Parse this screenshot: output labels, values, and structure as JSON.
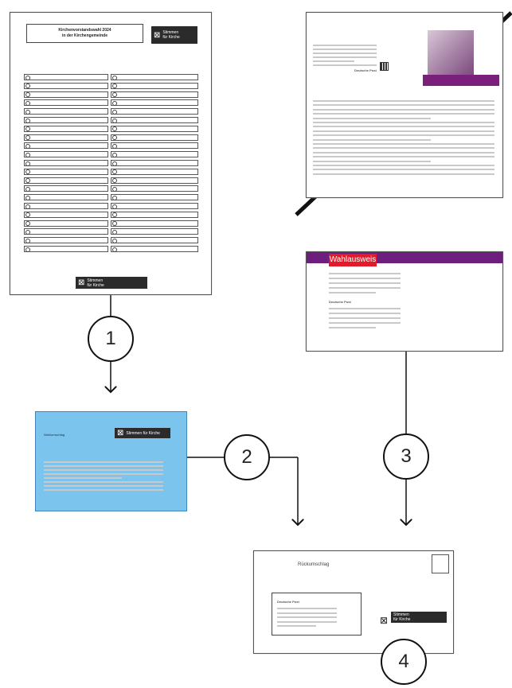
{
  "ballot": {
    "title_line1": "Kirchenvorstandswahl 2024",
    "title_line2": "in der Kirchengemeinde",
    "logo_text_1": "Stimmen",
    "logo_text_2": "für Kirche"
  },
  "letter": {
    "brand": "Deutsche Post"
  },
  "wahlausweis": {
    "title": "Wahlausweis",
    "brand": "Deutsche Post"
  },
  "envelope_blue": {
    "title": "Wahlumschlag",
    "logo_text_1": "Stimmen",
    "logo_text_2": "für Kirche"
  },
  "envelope_return": {
    "title": "Rückumschlag",
    "brand": "Deutsche Post",
    "logo_text_1": "Stimmen",
    "logo_text_2": "für Kirche"
  },
  "steps": [
    "1",
    "2",
    "3",
    "4"
  ]
}
